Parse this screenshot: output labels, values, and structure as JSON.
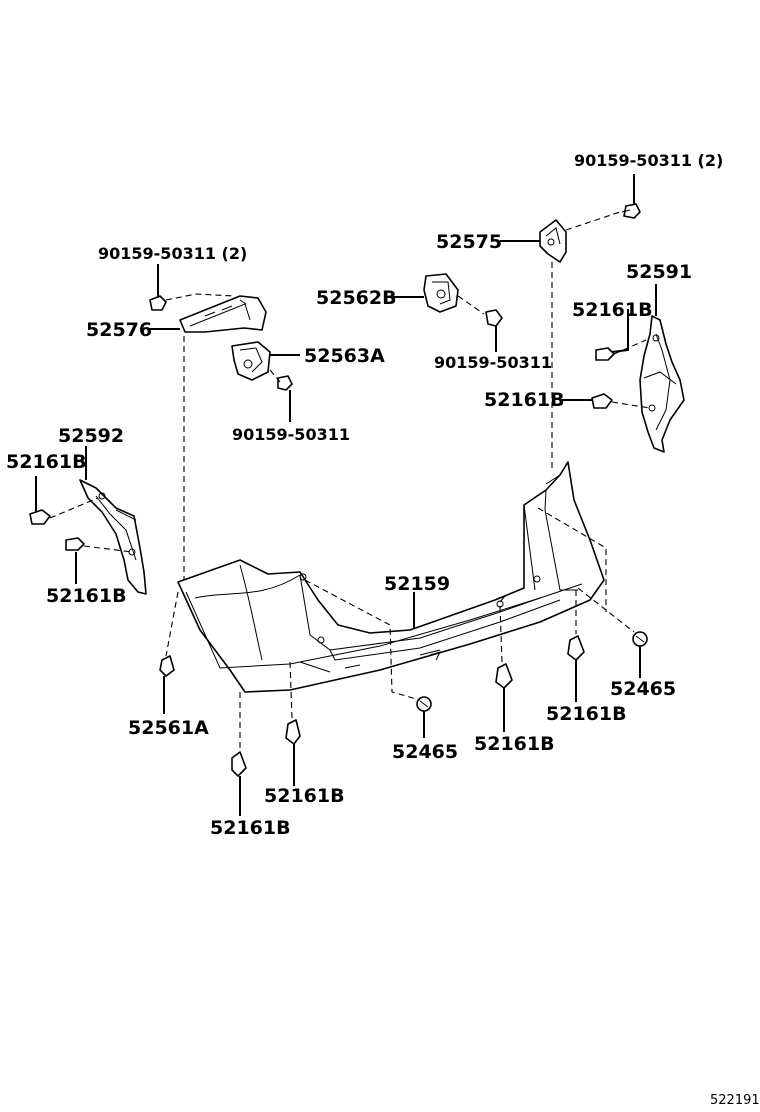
{
  "labels": {
    "bolt_top_right": "90159-50311 (2)",
    "bracket_52575": "52575",
    "retainer_52591": "52591",
    "bolt_left_bracket": "90159-50311 (2)",
    "bracket_52562b": "52562B",
    "bracket_52576": "52576",
    "clip_52161b_r1": "52161B",
    "bracket_52563a": "52563A",
    "bolt_center": "90159-50311",
    "clip_52161b_r2": "52161B",
    "bolt_lower": "90159-50311",
    "retainer_52592": "52592",
    "clip_52161b_l1": "52161B",
    "bumper_52159": "52159",
    "clip_52161b_l2": "52161B",
    "screw_52465_right": "52465",
    "clip_52561a": "52561A",
    "clip_52161b_b1": "52161B",
    "screw_52465_center": "52465",
    "clip_52161b_b2": "52161B",
    "clip_52161b_b3": "52161B",
    "clip_52161b_b4": "52161B"
  },
  "ref_number": "522191"
}
